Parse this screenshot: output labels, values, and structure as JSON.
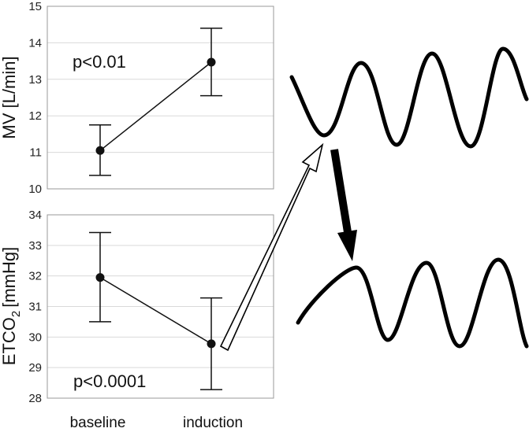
{
  "chart_data": [
    {
      "type": "line",
      "categories": [
        "baseline",
        "induction"
      ],
      "values": [
        11.05,
        13.47
      ],
      "error_low": [
        10.37,
        12.55
      ],
      "error_high": [
        11.75,
        14.4
      ],
      "ylabel": "MV [L/min]",
      "ylim": [
        10,
        15
      ],
      "yticks": [
        "10",
        "11",
        "12",
        "13",
        "14",
        "15"
      ],
      "annotation": "p<0.01",
      "grid": true
    },
    {
      "type": "line",
      "categories": [
        "baseline",
        "induction"
      ],
      "values": [
        31.95,
        29.78
      ],
      "error_low": [
        30.5,
        28.28
      ],
      "error_high": [
        33.42,
        31.28
      ],
      "ylabel_main": "ETCO",
      "ylabel_sub": "2",
      "ylabel_unit": "[mmHg]",
      "ylim": [
        28,
        34
      ],
      "yticks": [
        "28",
        "29",
        "30",
        "31",
        "32",
        "33",
        "34"
      ],
      "annotation": "p<0.0001",
      "grid": true
    }
  ],
  "xlabels": [
    "baseline",
    "induction"
  ],
  "schematic": {
    "upper_wave": "breathing waveform (higher amplitude)",
    "lower_wave": "breathing waveform (lower amplitude)",
    "colors": {
      "lines": "#000000",
      "hollow_arrow": "#ffffff",
      "frame": "#9a9a9a",
      "grid": "#d9d9d9"
    }
  }
}
